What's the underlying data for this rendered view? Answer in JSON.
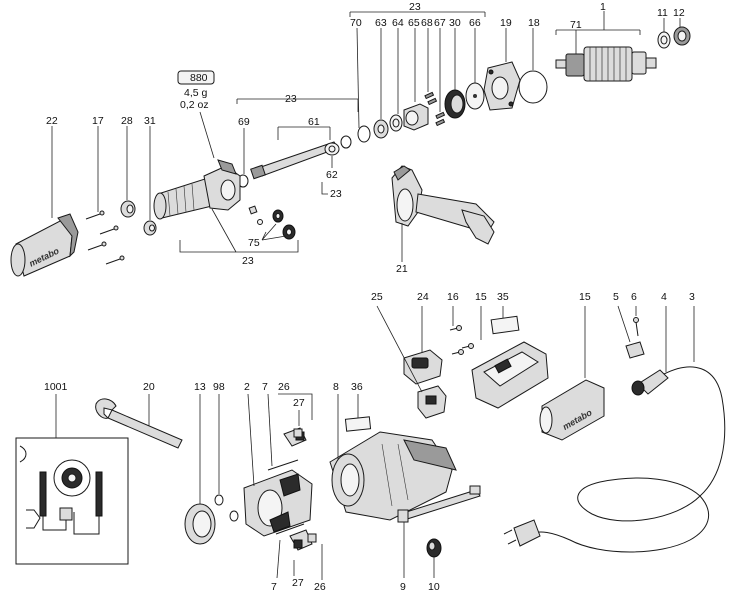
{
  "callouts": {
    "c1": "1",
    "c3": "3",
    "c4": "4",
    "c5": "5",
    "c6": "6",
    "c11": "11",
    "c12": "12",
    "c15a": "15",
    "c15b": "15",
    "c16": "16",
    "c18": "18",
    "c19": "19",
    "c35": "35",
    "c24": "24",
    "c25": "25",
    "c23top": "23",
    "c23mid": "23",
    "c23small": "23",
    "c23bottom": "23",
    "c70": "70",
    "c63": "63",
    "c64": "64",
    "c65": "65",
    "c68": "68",
    "c67": "67",
    "c30": "30",
    "c66": "66",
    "c71": "71",
    "c69": "69",
    "c61": "61",
    "c62": "62",
    "c22": "22",
    "c17": "17",
    "c28": "28",
    "c31": "31",
    "c75": "75",
    "c21": "21",
    "c1001": "1001",
    "c20": "20",
    "c13": "13",
    "c98": "98",
    "c2": "2",
    "c7a": "7",
    "c7b": "7",
    "c26a": "26",
    "c26b": "26",
    "c27a": "27",
    "c27b": "27",
    "c8": "8",
    "c36": "36",
    "c9": "9",
    "c10": "10"
  },
  "note": {
    "part": "880",
    "weight_g": "4,5 g",
    "weight_oz": "0,2 oz"
  },
  "brand": "metabo"
}
